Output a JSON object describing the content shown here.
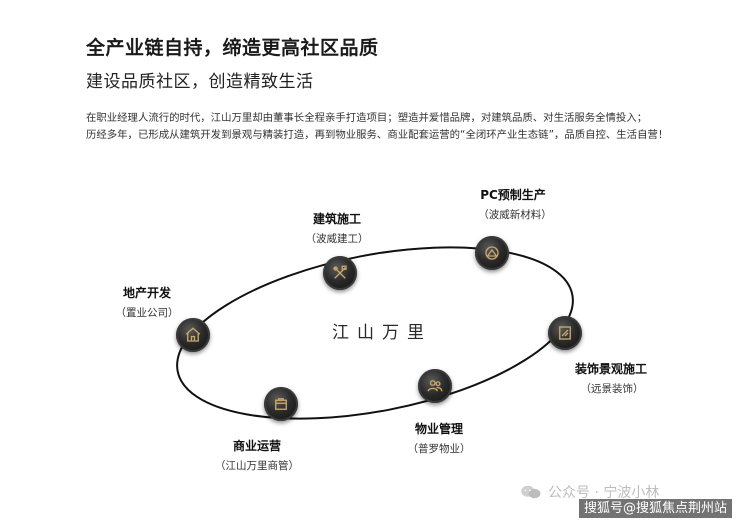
{
  "heading": {
    "title": "全产业链自持，缔造更高社区品质",
    "subtitle": "建设品质社区，创造精致生活"
  },
  "body": {
    "line1": "在职业经理人流行的时代，江山万里却由董事长全程亲手打造项目；塑造并爱惜品牌，对建筑品质、对生活服务全情投入；",
    "line2": "历经多年，已形成从建筑开发到景观与精装打造，再到物业服务、商业配套运营的“全闭环产业生态链”，品质自控、生活自营！"
  },
  "diagram": {
    "center_logo": "江山万里",
    "nodes": [
      {
        "label": "地产开发",
        "sub": "（置业公司）",
        "icon": "house-icon"
      },
      {
        "label": "建筑施工",
        "sub": "（波威建工）",
        "icon": "tools-icon"
      },
      {
        "label": "PC预制生产",
        "sub": "（波威新材料）",
        "icon": "prefab-icon"
      },
      {
        "label": "装饰景观施工",
        "sub": "（远景装饰）",
        "icon": "blueprint-icon"
      },
      {
        "label": "物业管理",
        "sub": "（普罗物业）",
        "icon": "people-icon"
      },
      {
        "label": "商业运营",
        "sub": "（江山万里商管）",
        "icon": "shop-icon"
      }
    ]
  },
  "watermarks": {
    "wechat": "公众号 · 宁波小林",
    "sohu": "搜狐号@搜狐焦点荆州站"
  },
  "colors": {
    "node_dark": "#1a1a1a",
    "icon_gold": "#c9a86a",
    "text": "#1a1a1a"
  }
}
